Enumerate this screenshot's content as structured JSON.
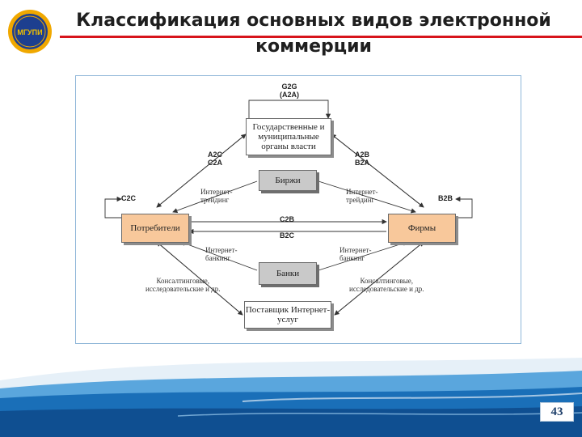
{
  "slide": {
    "title_line1": "Классификация основных видов электронной",
    "title_line2": "коммерции",
    "page_number": "43",
    "logo_text": "МГУПИ"
  },
  "diagram": {
    "nodes": {
      "government": "Государственные и муниципальные органы власти",
      "exchanges": "Биржи",
      "consumers": "Потребители",
      "firms": "Фирмы",
      "banks": "Банки",
      "isp": "Поставщик Интернет-услуг"
    },
    "codes": {
      "g2g": "G2G\n(A2A)",
      "a2c": "A2C\nC2A",
      "a2b": "A2B\nB2A",
      "c2c": "C2C",
      "b2b": "B2B",
      "c2b": "C2B",
      "b2c": "B2C"
    },
    "labels": {
      "trading_left": "Интернет-\nтрейдинг",
      "trading_right": "Интернет-\nтрейдинг",
      "banking_left": "Интернет-\nбанкинг",
      "banking_right": "Интернет-\nбанкинг",
      "consulting_left": "Консалтинговые,\nисследовательские и др.",
      "consulting_right": "Консалтинговые,\nисследовательские и др."
    }
  },
  "colors": {
    "title_rule": "#d7141b",
    "frame_border": "#8fb6d8",
    "node_peach": "#f8c89b",
    "node_gray": "#c9c9c9",
    "footer_blue": "#1a6fb8"
  }
}
